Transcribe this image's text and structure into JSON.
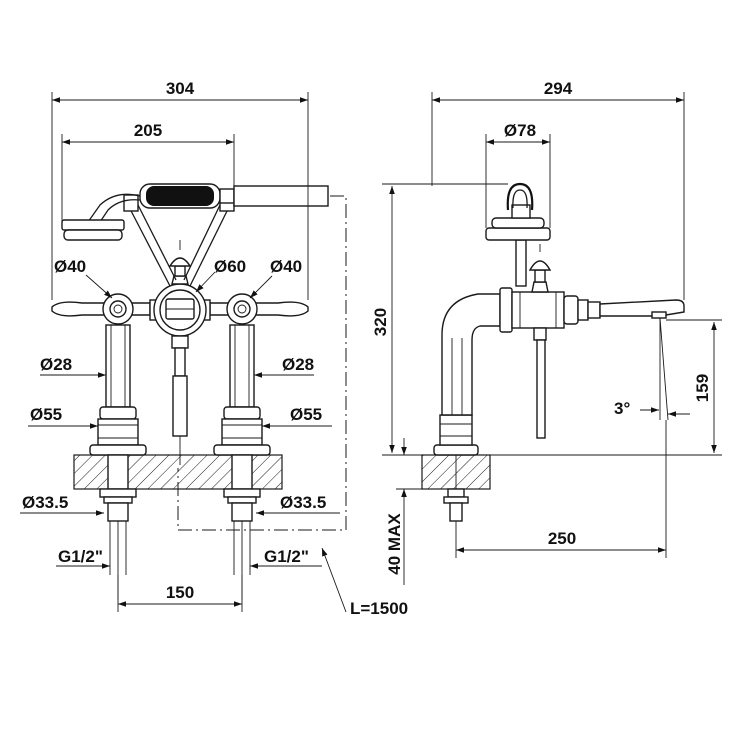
{
  "dimensions": {
    "front_overall_width": "304",
    "front_handshower_width": "205",
    "side_overall_depth": "294",
    "side_head_diameter": "Ø78",
    "handle_diameter_left": "Ø40",
    "center_diameter": "Ø60",
    "handle_diameter_right": "Ø40",
    "shank_diameter_left": "Ø28",
    "shank_diameter_right": "Ø28",
    "flange_diameter_left": "Ø55",
    "flange_diameter_right": "Ø55",
    "thread_diameter_left": "Ø33.5",
    "thread_diameter_right": "Ø33.5",
    "connection_left": "G1/2\"",
    "connection_right": "G1/2\"",
    "center_distance": "150",
    "hose_length": "L=1500",
    "overall_height": "320",
    "spout_height": "159",
    "spout_angle": "3°",
    "spout_reach": "250",
    "deck_thickness": "40 MAX"
  }
}
